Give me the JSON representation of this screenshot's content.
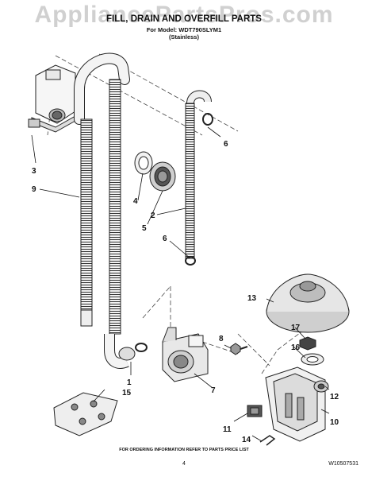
{
  "header": {
    "watermark": "AppliancePartsPros.com",
    "title": "FILL, DRAIN AND OVERFILL PARTS",
    "model_line": "For Model: WDT790SLYM1",
    "finish": "(Stainless)"
  },
  "callouts": {
    "c1": "1",
    "c2": "2",
    "c3": "3",
    "c4": "4",
    "c5": "5",
    "c6a": "6",
    "c6b": "6",
    "c7": "7",
    "c8": "8",
    "c9": "9",
    "c10": "10",
    "c11": "11",
    "c12": "12",
    "c13": "13",
    "c14": "14",
    "c15": "15",
    "c16": "16",
    "c17": "17"
  },
  "footer": {
    "ordering_note": "FOR ORDERING INFORMATION REFER TO PARTS PRICE LIST",
    "page_number": "4",
    "doc_number": "W10507531"
  }
}
